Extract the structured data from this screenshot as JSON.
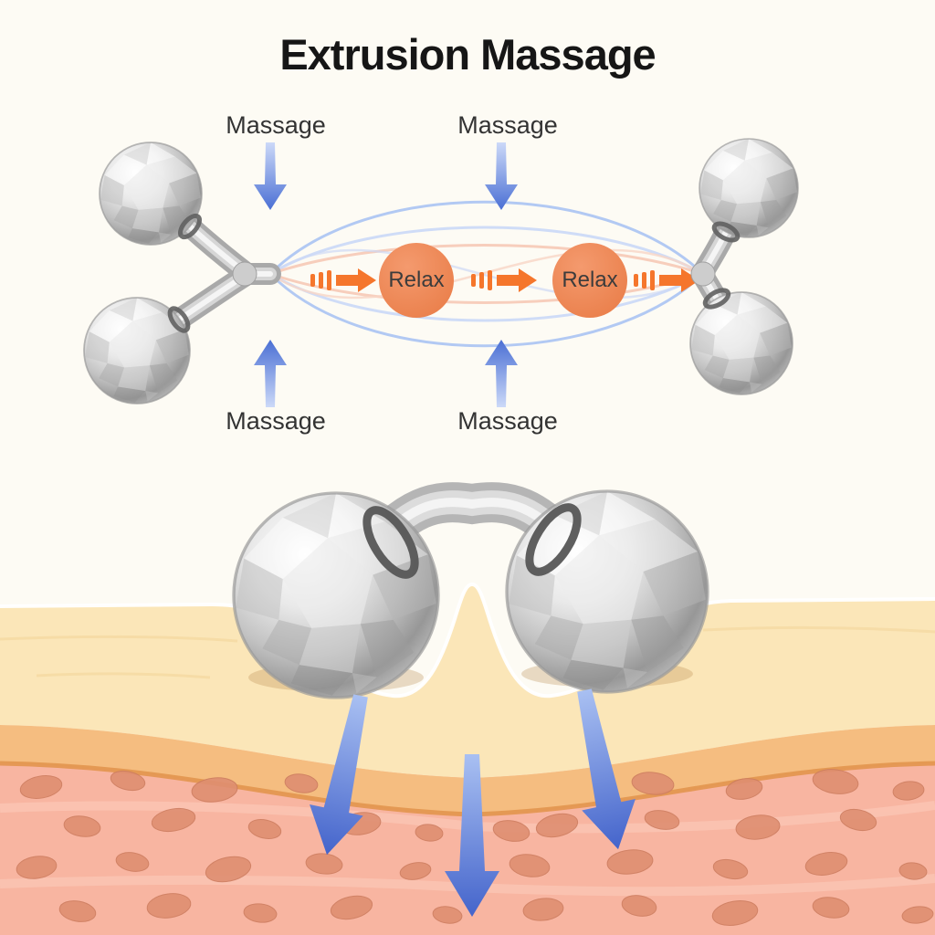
{
  "title": "Extrusion Massage",
  "top_diagram": {
    "massage_labels": [
      {
        "label": "Massage",
        "position": "top-left"
      },
      {
        "label": "Massage",
        "position": "top-right"
      },
      {
        "label": "Massage",
        "position": "bottom-left"
      },
      {
        "label": "Massage",
        "position": "bottom-right"
      }
    ],
    "relax_badges": [
      {
        "label": "Relax"
      },
      {
        "label": "Relax"
      }
    ]
  },
  "icons": {
    "pressure_arrow_blue": "tapered-arrow-vertical",
    "flow_arrow_orange": "dashed-arrow-right",
    "skin_pressure_arrow_blue": "large-tapered-arrow-down"
  },
  "colors": {
    "background": "#fdfbf4",
    "title_text": "#161616",
    "label_text": "#333333",
    "relax_badge_fill": "#ed8656",
    "relax_text": "#3c3c3c",
    "flow_arrow_orange": "#f5762c",
    "pressure_arrow_blue": "#4a6fd4",
    "wave_blue": "#9fbdf2",
    "wave_pink": "#f6c9b6",
    "roller_metal": "#c9c9c9",
    "roller_clamp": "#565656",
    "skin_cream": "#fbe6b8",
    "skin_orange": "#f5bd80",
    "skin_orange_line": "#e2954e",
    "skin_pink": "#f8b5a1",
    "skin_cells": "#de8e71"
  }
}
